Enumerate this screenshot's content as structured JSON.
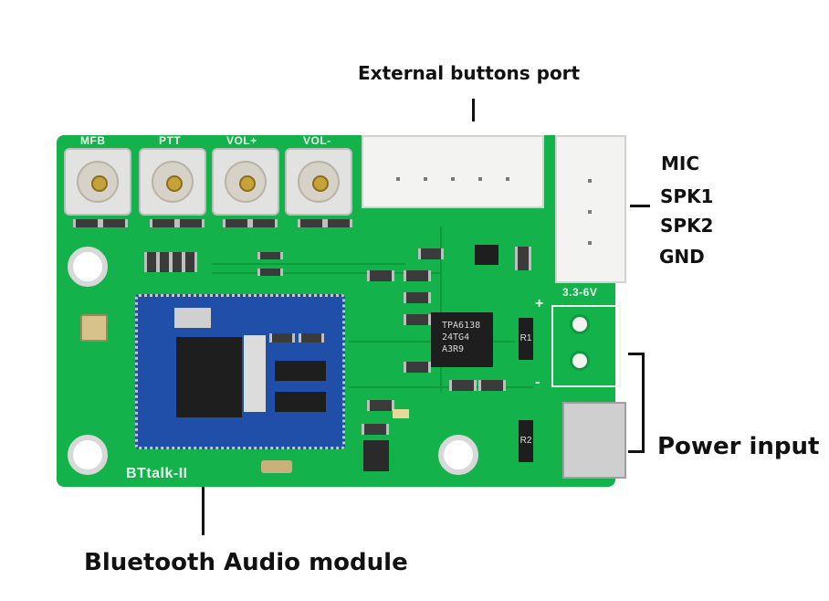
{
  "labels": {
    "external_buttons_port": "External buttons port",
    "mic": "MIC",
    "spk1": "SPK1",
    "spk2": "SPK2",
    "gnd": "GND",
    "power_input": "Power input",
    "bluetooth_audio_module": "Bluetooth Audio module"
  },
  "silkscreen": {
    "buttons": [
      "MFB",
      "PTT",
      "VOL+",
      "VOL-"
    ],
    "voltage": "3.3-6V",
    "plus": "+",
    "minus": "-",
    "board_name": "BTtalk-II",
    "amp_chip": [
      "TPA6138",
      "24TG4",
      "A3R9"
    ],
    "r1": "R1",
    "r2": "R2"
  },
  "colors": {
    "pcb": "#13b24b",
    "module": "#1f4fa8",
    "label_text": "#111111"
  }
}
